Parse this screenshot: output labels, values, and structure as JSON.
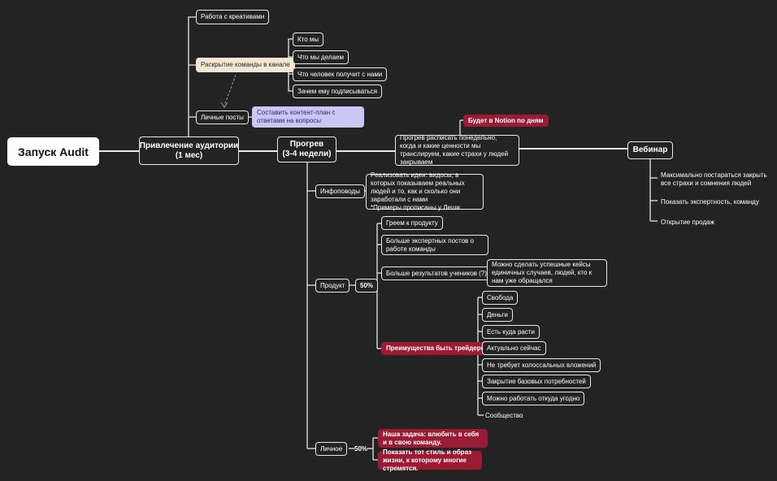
{
  "root": "Запуск Audit",
  "attraction": {
    "title": "Привлечение аудитории\n(1 мес)",
    "creatives": "Работа с креативами",
    "team_reveal": "Раскрытие команды в канале",
    "team_items": [
      "Кто мы",
      "Что мы делаем",
      "Что человек получит с нами",
      "Зачем ему подписываться"
    ],
    "personal_posts": "Личные посты",
    "content_plan": "Составить контент-план с ответами на вопросы"
  },
  "warmup": {
    "title": "Прогрев\n(3-4 недели)",
    "schedule": "Прогрев расписать понедельно, когда и какие ценности мы транслируем, какие страхи у людей закрываем",
    "notion": "Будет в Notion по дням",
    "infopovody": "Инфоповоды",
    "infopovody_note": "Реализовать идеи: видосы, в которых показываем реальных людей и то, как и сколько они заработали с нами\n*Примеры прописаны у Леши",
    "product": "Продукт",
    "product_pct": "50%",
    "product_items": [
      "Греем к продукту",
      "Больше экспертных постов о работе команды",
      "Больше результатов учеников (?)"
    ],
    "student_cases": "Можно сделать успешные кейсы единичных случаев, людей, кто к нам уже обращался",
    "advantages": "Преимущества быть трейдером",
    "advantage_items": [
      "Свобода",
      "Деньги",
      "Есть куда расти",
      "Актуально сейчас",
      "Не требует колоссальных вложений",
      "Закрытие базовых потребностей",
      "Можно работать откуда угодно",
      "Сообщество"
    ],
    "personal": "Личное",
    "personal_pct": "50%",
    "personal_items": [
      "Наша задача: влюбить в себя и в свою команду.",
      "Показать тот стиль и образ жизни, к которому многие стремятся."
    ]
  },
  "webinar": {
    "title": "Вебинар",
    "items": [
      "Максимально постараться закрыть все страхи и сомнения людей",
      "Показать экспертность, команду",
      "Открытие продаж"
    ]
  },
  "colors": {
    "background": "#232323",
    "line": "#e8e8e8",
    "accent_red": "#9c1b34",
    "peach": "#f6e6d4",
    "lavender": "#c9c8f5"
  }
}
